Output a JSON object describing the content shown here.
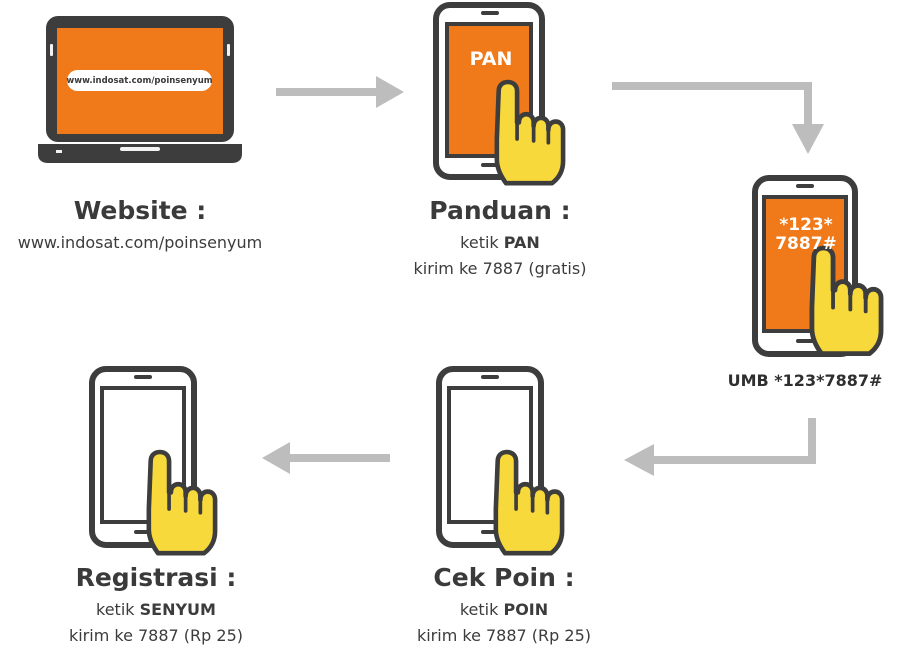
{
  "colors": {
    "orange": "#f07a1a",
    "dark": "#3d3d3d",
    "hand_yellow": "#f8d93b",
    "arrow_grey": "#bdbdbd"
  },
  "laptop": {
    "url": "www.indosat.com/poinsenyum"
  },
  "phone_pan": {
    "screen_text": "PAN"
  },
  "phone_umb": {
    "screen_line1": "*123*",
    "screen_line2": "7887#"
  },
  "steps": {
    "website": {
      "title": "Website :",
      "line1": "www.indosat.com/poinsenyum"
    },
    "panduan": {
      "title": "Panduan :",
      "line1_prefix": "ketik ",
      "line1_keyword": "PAN",
      "line2": "kirim ke 7887 (gratis)"
    },
    "umb": {
      "label": "UMB *123*7887#"
    },
    "cek_poin": {
      "title": "Cek Poin :",
      "line1_prefix": "ketik ",
      "line1_keyword": "POIN",
      "line2": "kirim ke 7887 (Rp 25)"
    },
    "registrasi": {
      "title": "Registrasi :",
      "line1_prefix": "ketik ",
      "line1_keyword": "SENYUM",
      "line2": "kirim ke 7887 (Rp 25)"
    }
  }
}
